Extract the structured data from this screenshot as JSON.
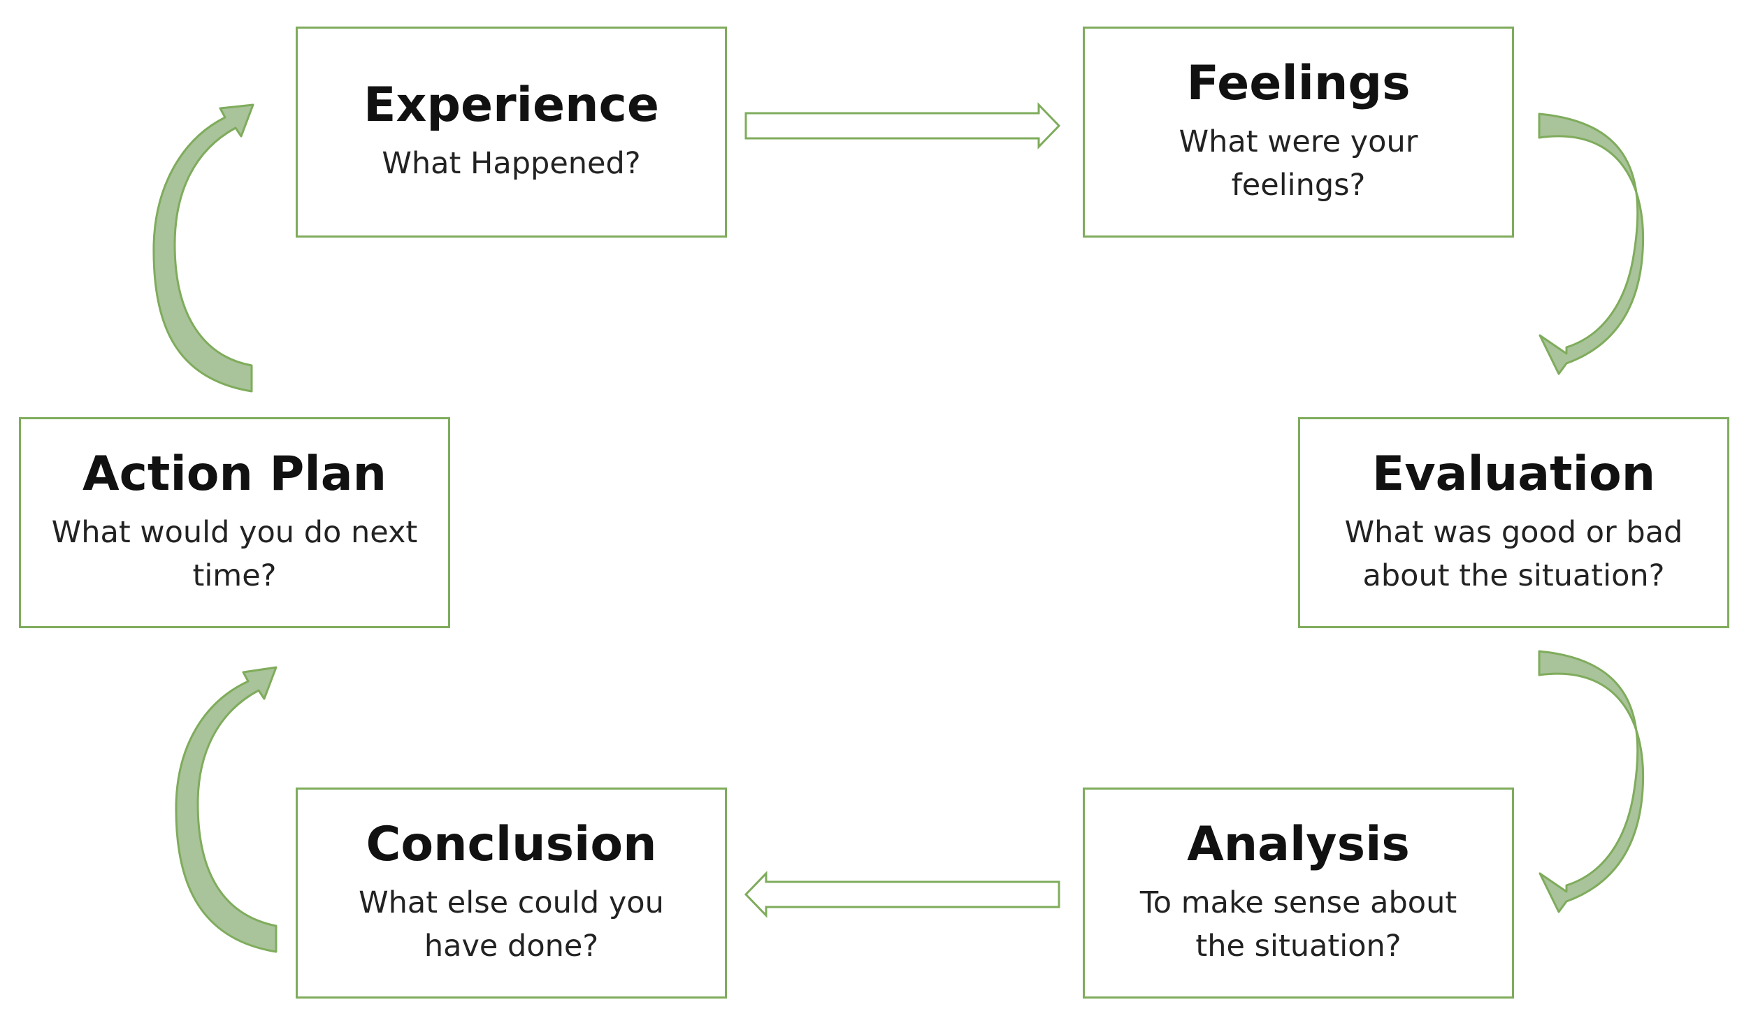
{
  "diagram": {
    "stages": [
      {
        "id": "experience",
        "title": "Experience",
        "question": "What Happened?"
      },
      {
        "id": "feelings",
        "title": "Feelings",
        "question": "What were your feelings?"
      },
      {
        "id": "evaluation",
        "title": "Evaluation",
        "question": "What was good or bad about the situation?"
      },
      {
        "id": "analysis",
        "title": "Analysis",
        "question": "To make sense about the situation?"
      },
      {
        "id": "conclusion",
        "title": "Conclusion",
        "question": "What else could you have done?"
      },
      {
        "id": "action",
        "title": "Action Plan",
        "question": "What would you do next time?"
      }
    ],
    "colors": {
      "border": "#7fac5c",
      "arrow_stroke": "#7fac5c",
      "arrow_fill": "#a9c39a",
      "arrow_hollow": "#ffffff"
    }
  }
}
